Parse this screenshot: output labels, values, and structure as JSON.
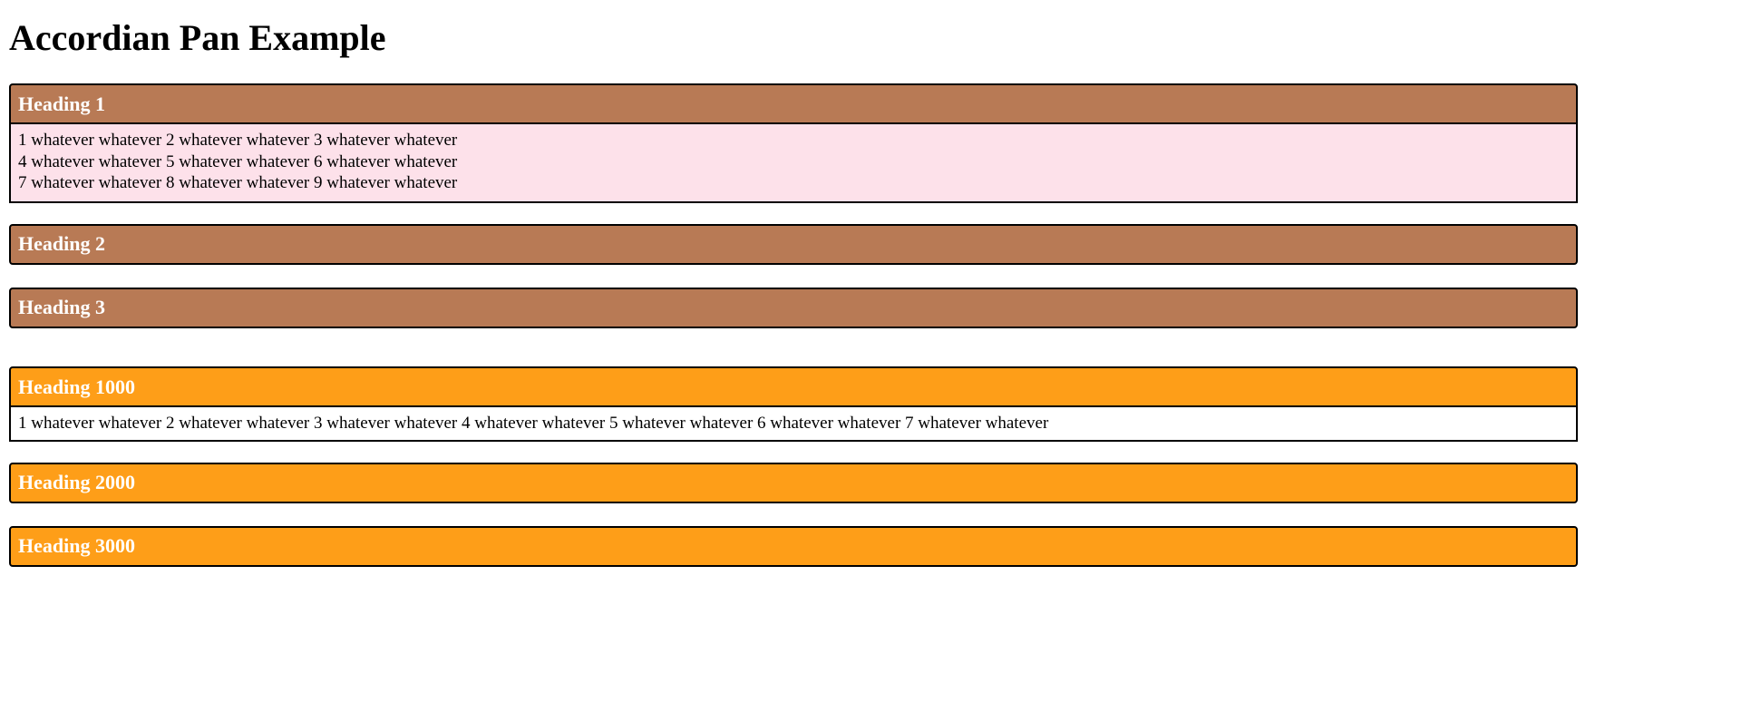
{
  "page": {
    "title": "Accordian Pan Example"
  },
  "colors": {
    "group1_header": "#b87a55",
    "group1_content": "#fde1ea",
    "group2_header": "#fe9e18",
    "group2_content": "#ffffff",
    "header_text": "#ffffff",
    "border": "#000000"
  },
  "accordion_1": {
    "panels": [
      {
        "heading": "Heading 1",
        "expanded": true,
        "lines": [
          "1 whatever whatever 2 whatever whatever 3 whatever whatever",
          "4 whatever whatever 5 whatever whatever 6 whatever whatever",
          "7 whatever whatever 8 whatever whatever 9 whatever whatever"
        ]
      },
      {
        "heading": "Heading 2",
        "expanded": false
      },
      {
        "heading": "Heading 3",
        "expanded": false
      }
    ]
  },
  "accordion_2": {
    "panels": [
      {
        "heading": "Heading 1000",
        "expanded": true,
        "lines": [
          "1 whatever whatever 2 whatever whatever 3 whatever whatever 4 whatever whatever 5 whatever whatever 6 whatever whatever 7 whatever whatever"
        ]
      },
      {
        "heading": "Heading 2000",
        "expanded": false
      },
      {
        "heading": "Heading 3000",
        "expanded": false
      }
    ]
  }
}
